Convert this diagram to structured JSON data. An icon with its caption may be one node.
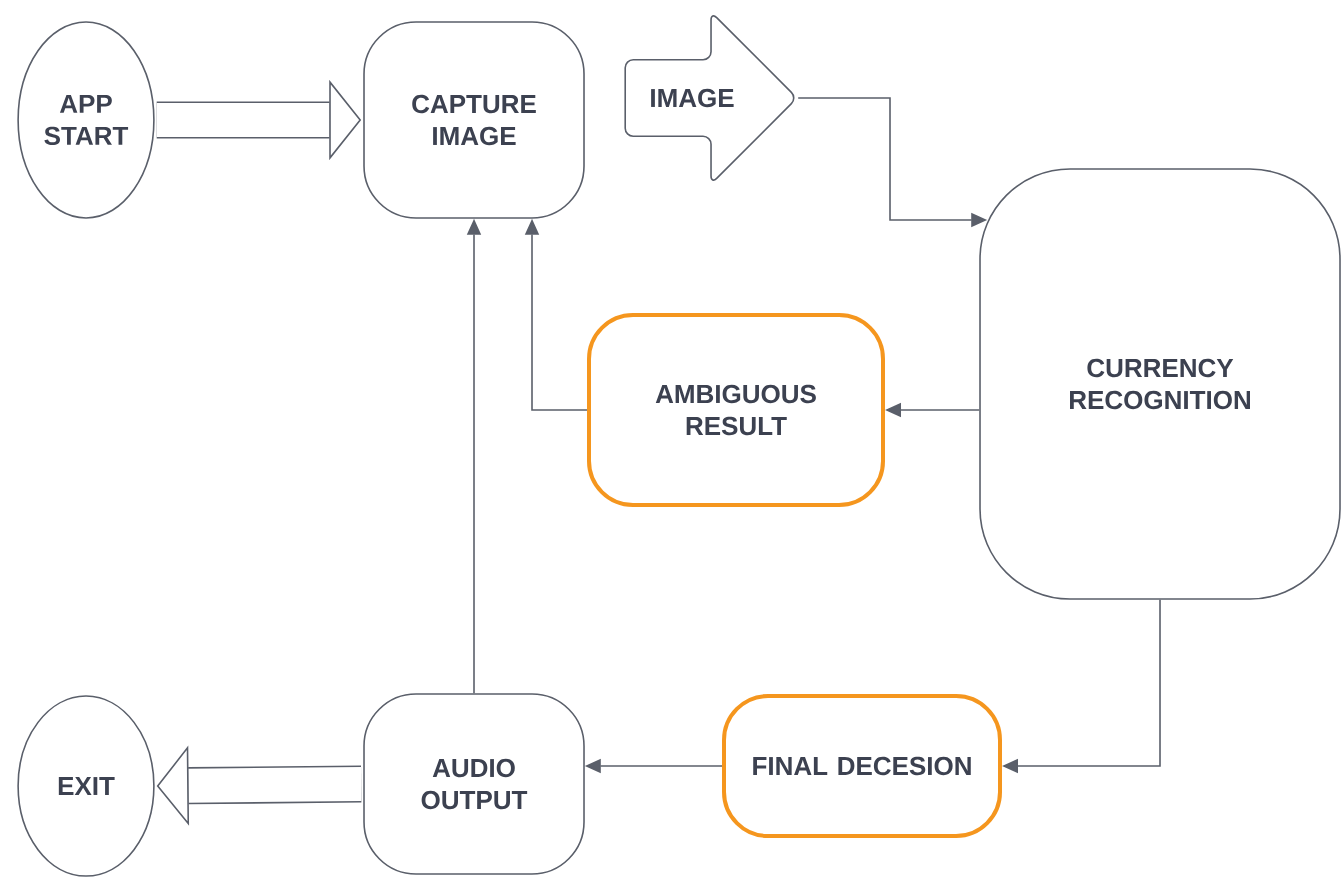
{
  "diagram": {
    "nodes": [
      {
        "text": [
          "APP START"
        ]
      },
      {
        "text": [
          "CAPTURE IMAGE"
        ]
      },
      {
        "text": [
          "IMAGE"
        ]
      },
      {
        "text": [
          "AMBIGUOUS RESULT"
        ]
      },
      {
        "text": [
          "CURRENCY RECOGNITION"
        ]
      },
      {
        "text": [
          "EXIT"
        ]
      },
      {
        "text": [
          "AUDIO OUTPUT"
        ]
      },
      {
        "text": [
          "FINAL DECESION"
        ]
      }
    ],
    "edges": [
      {
        "from": 0,
        "to": 1,
        "arrow": "to",
        "style": "thick"
      },
      {
        "from": 2,
        "to": 4,
        "arrow": "to"
      },
      {
        "from": 4,
        "to": 3,
        "arrow": "to"
      },
      {
        "from": 3,
        "to": 1,
        "arrow": "to"
      },
      {
        "from": 6,
        "to": 1,
        "arrow": "to"
      },
      {
        "from": 4,
        "to": 7,
        "arrow": "to"
      },
      {
        "from": 7,
        "to": 6,
        "arrow": "to"
      },
      {
        "from": 6,
        "to": 5,
        "arrow": "to",
        "style": "thick"
      }
    ]
  }
}
